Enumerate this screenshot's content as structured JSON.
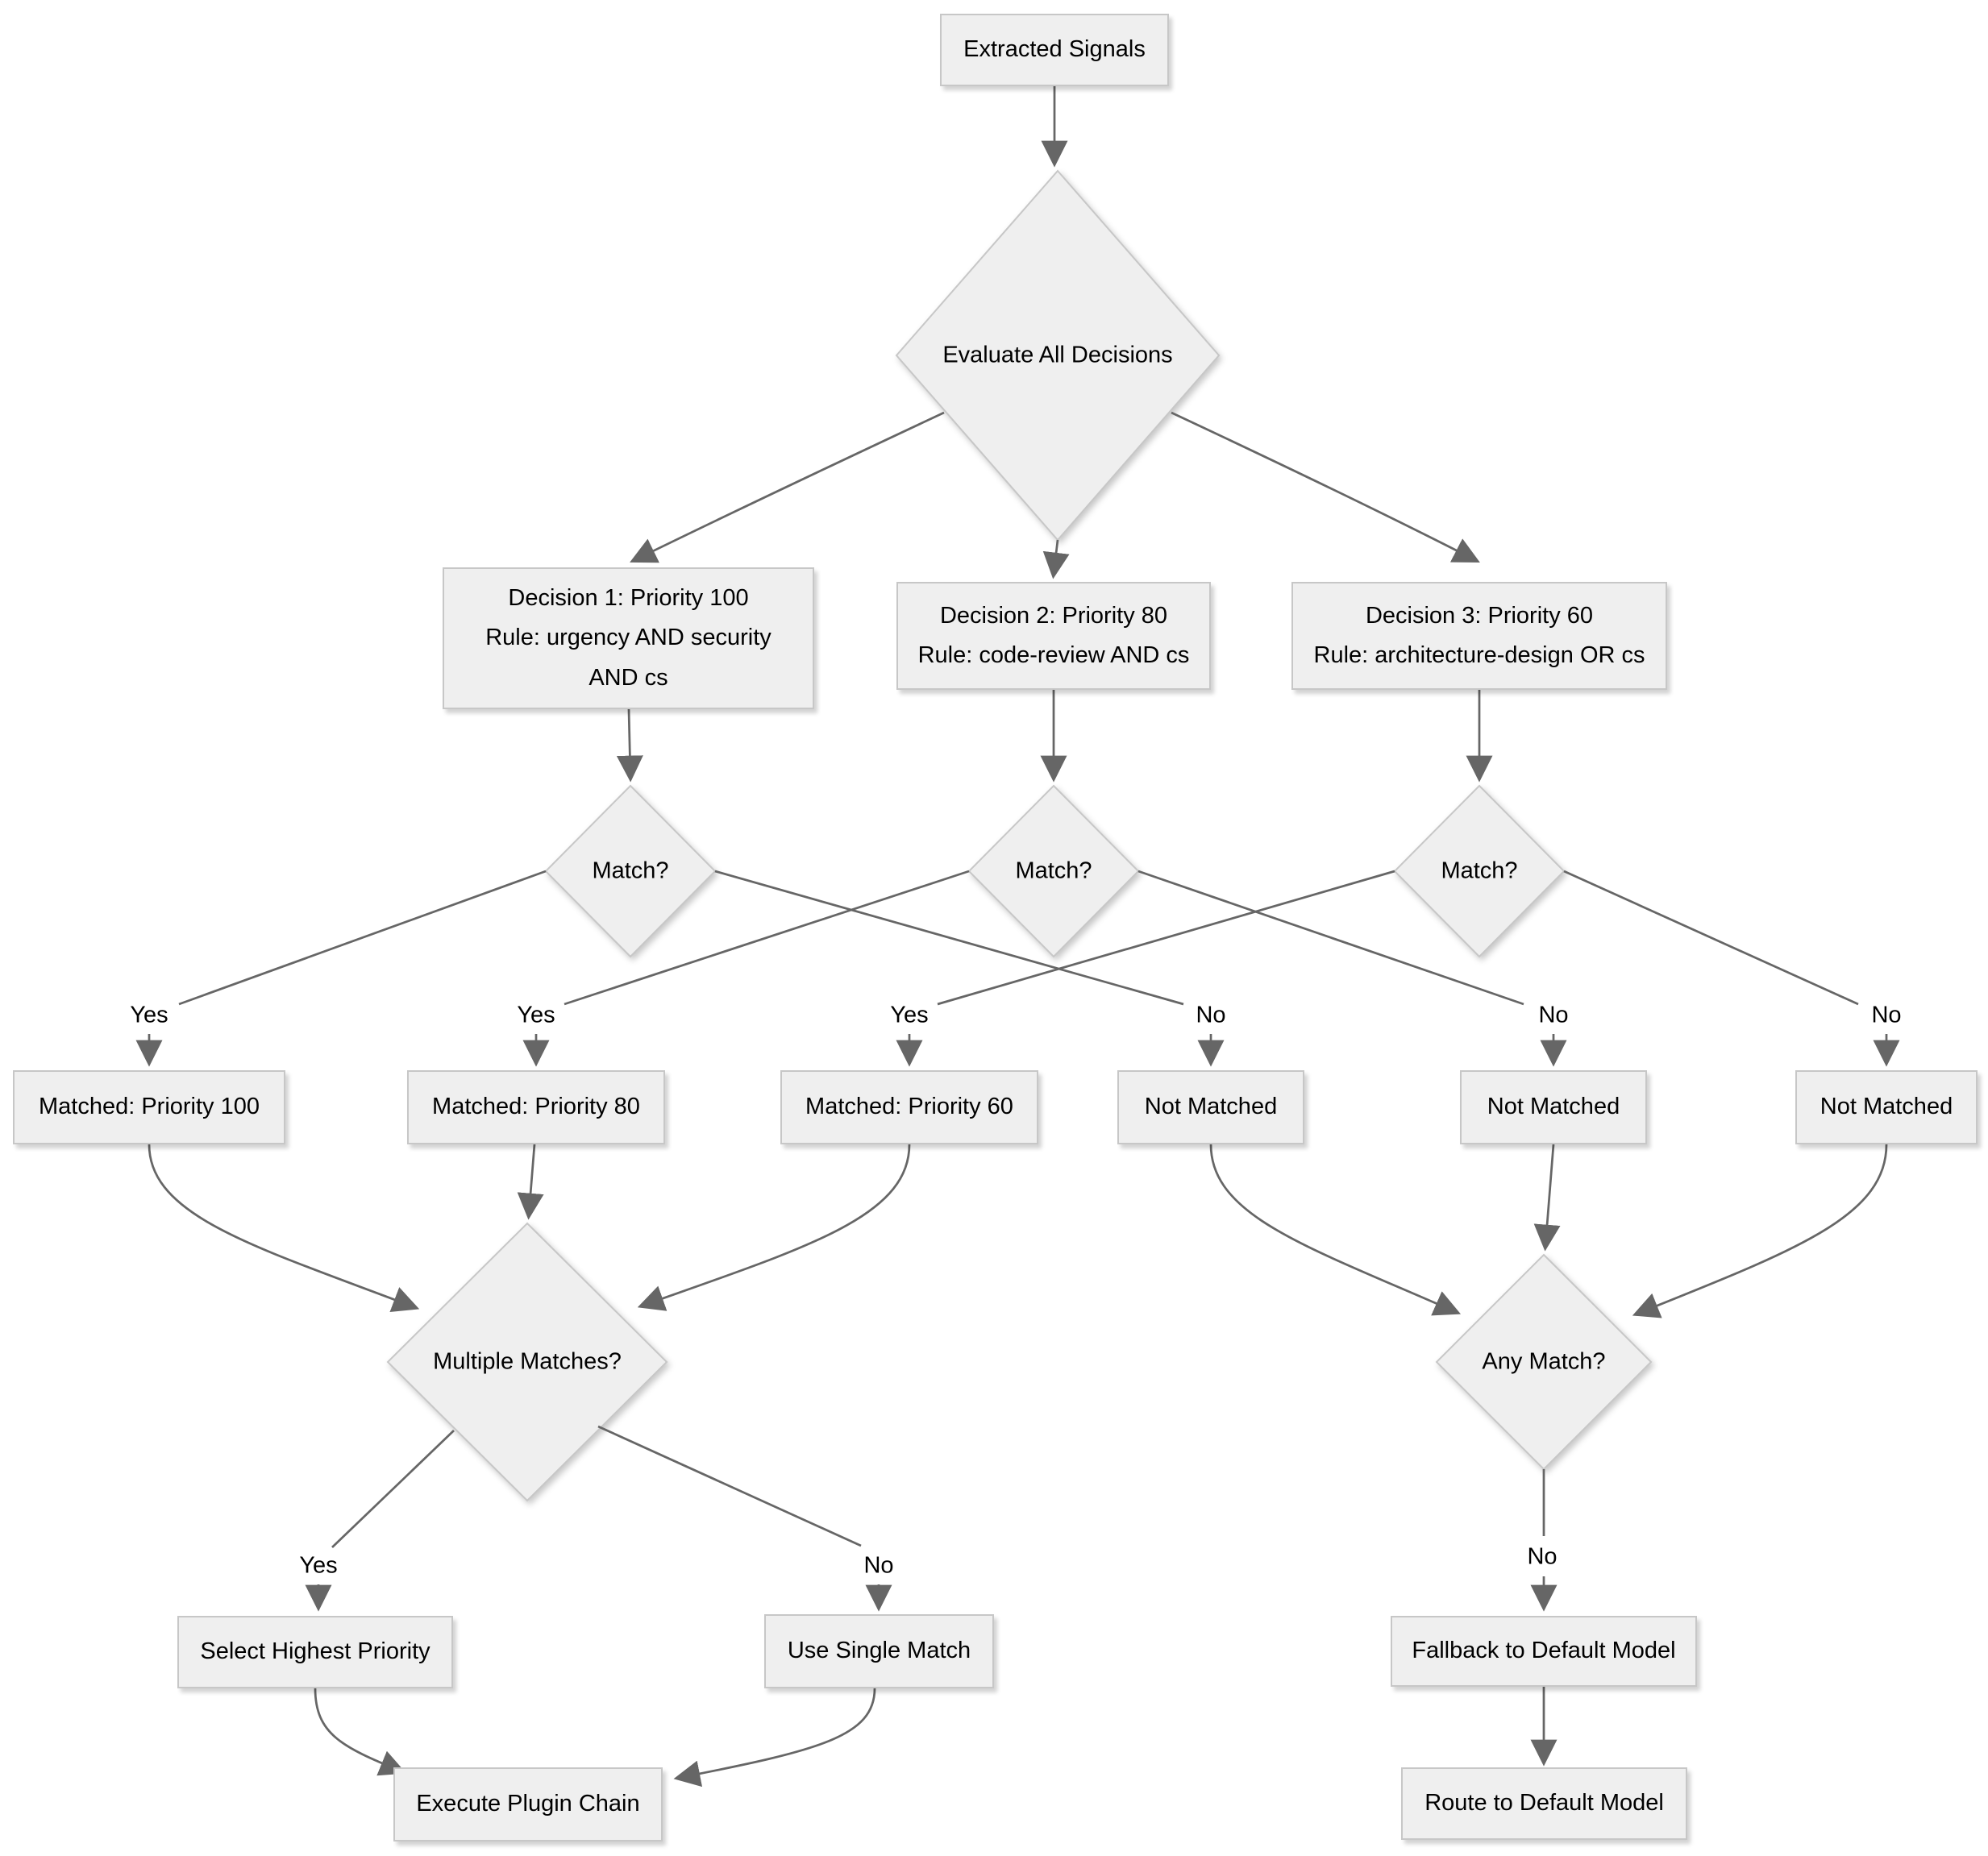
{
  "diagram": {
    "type": "flowchart",
    "direction": "top-down",
    "colors": {
      "background": "#ffffff",
      "node_fill": "#efefef",
      "node_border": "#c7c7c7",
      "edge": "#666666",
      "text": "#000000"
    },
    "nodes": {
      "extracted_signals": {
        "label": "Extracted Signals",
        "shape": "rect"
      },
      "evaluate_all": {
        "label": "Evaluate All Decisions",
        "shape": "diamond"
      },
      "decision_1": {
        "label": "Decision 1: Priority 100\nRule: urgency AND security\nAND cs",
        "shape": "rect"
      },
      "decision_2": {
        "label": "Decision 2: Priority 80\nRule: code-review AND cs",
        "shape": "rect"
      },
      "decision_3": {
        "label": "Decision 3: Priority 60\nRule: architecture-design OR cs",
        "shape": "rect"
      },
      "match_1": {
        "label": "Match?",
        "shape": "diamond"
      },
      "match_2": {
        "label": "Match?",
        "shape": "diamond"
      },
      "match_3": {
        "label": "Match?",
        "shape": "diamond"
      },
      "matched_100": {
        "label": "Matched: Priority 100",
        "shape": "rect"
      },
      "matched_80": {
        "label": "Matched: Priority 80",
        "shape": "rect"
      },
      "matched_60": {
        "label": "Matched: Priority 60",
        "shape": "rect"
      },
      "not_matched_1": {
        "label": "Not Matched",
        "shape": "rect"
      },
      "not_matched_2": {
        "label": "Not Matched",
        "shape": "rect"
      },
      "not_matched_3": {
        "label": "Not Matched",
        "shape": "rect"
      },
      "multiple_matches": {
        "label": "Multiple Matches?",
        "shape": "diamond"
      },
      "any_match": {
        "label": "Any Match?",
        "shape": "diamond"
      },
      "select_highest": {
        "label": "Select Highest Priority",
        "shape": "rect"
      },
      "use_single": {
        "label": "Use Single Match",
        "shape": "rect"
      },
      "execute_chain": {
        "label": "Execute Plugin Chain",
        "shape": "rect"
      },
      "fallback_default": {
        "label": "Fallback to Default Model",
        "shape": "rect"
      },
      "route_default": {
        "label": "Route to Default Model",
        "shape": "rect"
      }
    },
    "edges": [
      {
        "from": "extracted_signals",
        "to": "evaluate_all",
        "label": ""
      },
      {
        "from": "evaluate_all",
        "to": "decision_1",
        "label": ""
      },
      {
        "from": "evaluate_all",
        "to": "decision_2",
        "label": ""
      },
      {
        "from": "evaluate_all",
        "to": "decision_3",
        "label": ""
      },
      {
        "from": "decision_1",
        "to": "match_1",
        "label": ""
      },
      {
        "from": "decision_2",
        "to": "match_2",
        "label": ""
      },
      {
        "from": "decision_3",
        "to": "match_3",
        "label": ""
      },
      {
        "from": "match_1",
        "to": "matched_100",
        "label": "Yes"
      },
      {
        "from": "match_1",
        "to": "not_matched_1",
        "label": "No"
      },
      {
        "from": "match_2",
        "to": "matched_80",
        "label": "Yes"
      },
      {
        "from": "match_2",
        "to": "not_matched_2",
        "label": "No"
      },
      {
        "from": "match_3",
        "to": "matched_60",
        "label": "Yes"
      },
      {
        "from": "match_3",
        "to": "not_matched_3",
        "label": "No"
      },
      {
        "from": "matched_100",
        "to": "multiple_matches",
        "label": ""
      },
      {
        "from": "matched_80",
        "to": "multiple_matches",
        "label": ""
      },
      {
        "from": "matched_60",
        "to": "multiple_matches",
        "label": ""
      },
      {
        "from": "not_matched_1",
        "to": "any_match",
        "label": ""
      },
      {
        "from": "not_matched_2",
        "to": "any_match",
        "label": ""
      },
      {
        "from": "not_matched_3",
        "to": "any_match",
        "label": ""
      },
      {
        "from": "multiple_matches",
        "to": "select_highest",
        "label": "Yes"
      },
      {
        "from": "multiple_matches",
        "to": "use_single",
        "label": "No"
      },
      {
        "from": "select_highest",
        "to": "execute_chain",
        "label": ""
      },
      {
        "from": "use_single",
        "to": "execute_chain",
        "label": ""
      },
      {
        "from": "any_match",
        "to": "fallback_default",
        "label": "No"
      },
      {
        "from": "fallback_default",
        "to": "route_default",
        "label": ""
      }
    ]
  }
}
